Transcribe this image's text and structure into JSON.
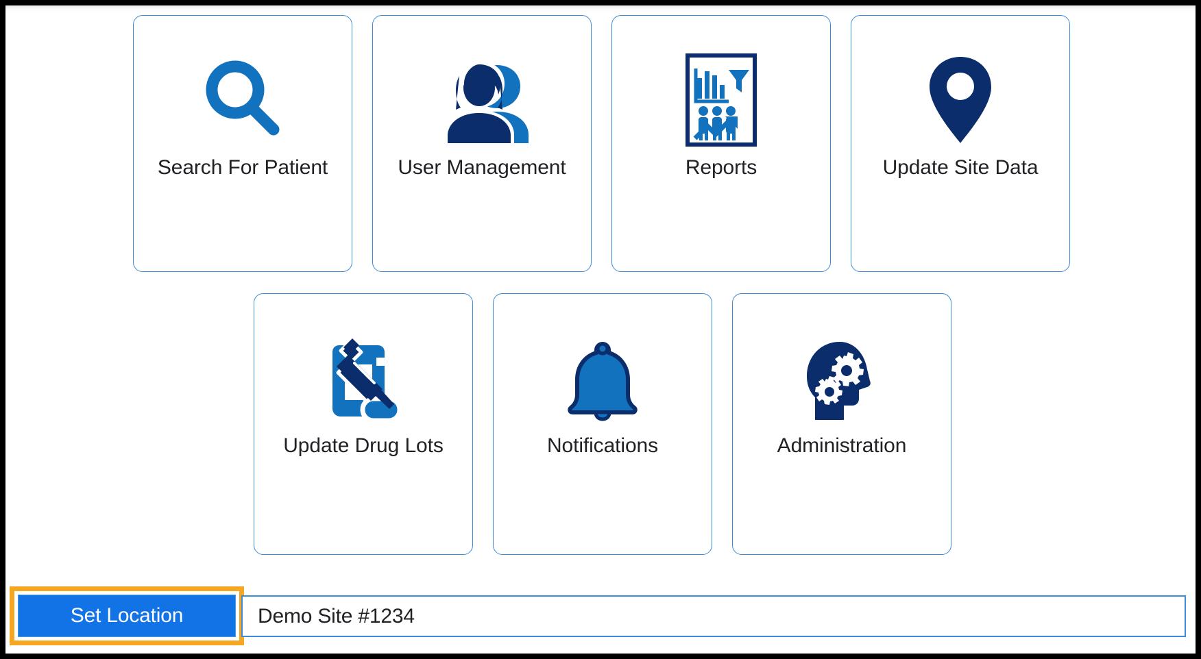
{
  "app": {
    "colors": {
      "navy": "#0b2d6b",
      "mid_blue": "#1272bd",
      "bright_blue": "#1273e6",
      "card_border": "#3d8cd8",
      "highlight_orange": "#f5a623",
      "text": "#202124"
    }
  },
  "menu": {
    "row1": [
      {
        "label": "Search For Patient",
        "icon": "magnifier-icon"
      },
      {
        "label": "User Management",
        "icon": "two-people-icon"
      },
      {
        "label": "Reports",
        "icon": "report-document-icon"
      },
      {
        "label": "Update Site Data",
        "icon": "map-pin-icon"
      }
    ],
    "row2": [
      {
        "label": "Update Drug Lots",
        "icon": "vial-syringe-icon"
      },
      {
        "label": "Notifications",
        "icon": "bell-icon"
      },
      {
        "label": "Administration",
        "icon": "head-gears-icon"
      }
    ]
  },
  "bottom_bar": {
    "set_location_label": "Set Location",
    "location_value": "Demo Site #1234",
    "location_placeholder": "Demo Site #1234"
  }
}
